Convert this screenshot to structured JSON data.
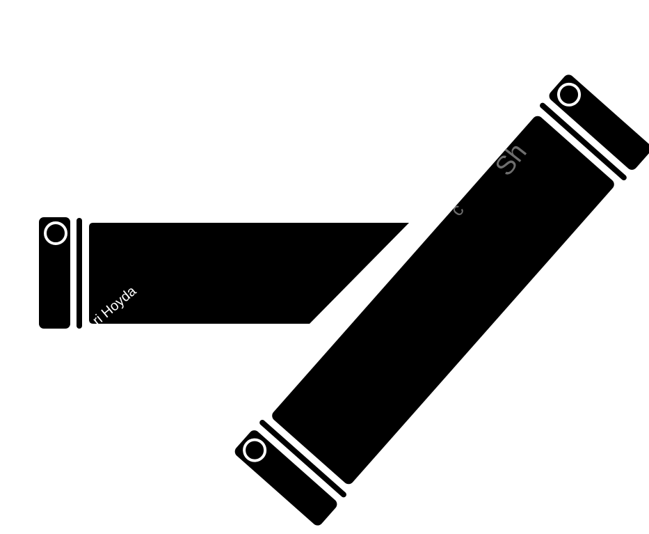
{
  "illustration": {
    "subject": "folded ribbon cable icon",
    "colors": {
      "background": "#ffffff",
      "fill": "#000000",
      "ring": "#ffffff",
      "watermark_white": "#ffffff",
      "watermark_gray": "#6e6e6e"
    }
  },
  "watermark": {
    "text_left": "ri Hoyda",
    "text_right_fragment": "Sh",
    "text_mid_fragment": "c"
  }
}
